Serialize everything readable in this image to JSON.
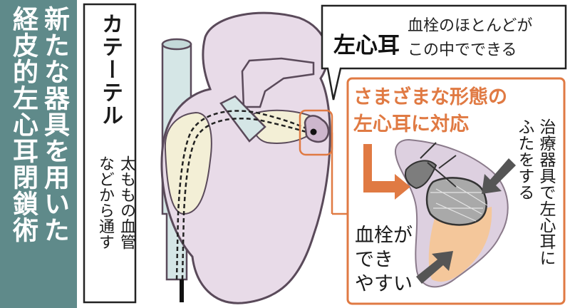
{
  "title": {
    "col1": "新たな器具を用いた",
    "col2": "経皮的左心耳閉鎖術"
  },
  "catheter": {
    "label": "カテーテル",
    "note_col1": "太ももの血管",
    "note_col2": "などから通す"
  },
  "laa_callout": {
    "title": "左心耳",
    "desc_line1": "血栓のほとんどが",
    "desc_line2": "この中でできる"
  },
  "inset": {
    "heading_line1": "さまざまな形態の",
    "heading_line2": "左心耳に対応",
    "device_col1": "治療器具で左心耳に",
    "device_col2": "ふたをする",
    "clot_line1": "血栓が",
    "clot_line2": "でき",
    "clot_line3": "やすい"
  },
  "colors": {
    "banner": "#5f8a8a",
    "heart": "#e8dbe8",
    "heart_stroke": "#5a4a5a",
    "vessel": "#d5e6e6",
    "atrium": "#f3efd6",
    "accent": "#e07a43",
    "inset_bg": "#ddd0e0",
    "clot": "#f4c79b",
    "device": "#a9a9a9"
  }
}
